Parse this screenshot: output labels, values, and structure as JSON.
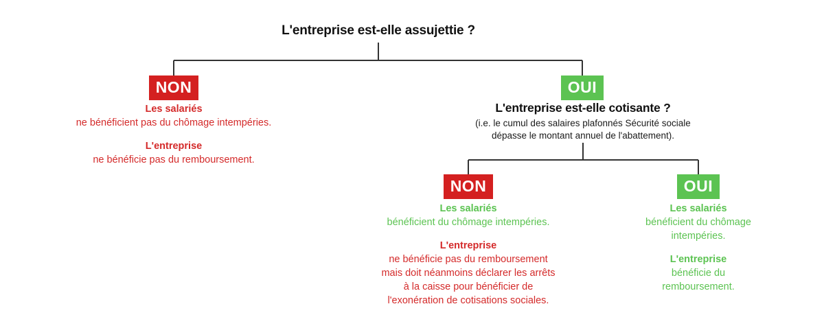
{
  "diagram": {
    "type": "decision-tree",
    "colors": {
      "red_badge_bg": "#d42020",
      "green_badge_bg": "#5cc352",
      "red_text": "#d42a2a",
      "green_text": "#5cc352",
      "connector": "#333333",
      "title_text": "#111111",
      "background": "#ffffff"
    },
    "root_question": {
      "title": "L'entreprise est-elle assujettie ?"
    },
    "branch_non_1": {
      "badge_label": "NON",
      "badge_kind": "no",
      "outcome": [
        {
          "lead": "Les salariés",
          "lines": [
            "ne bénéficient pas du chômage intempéries."
          ],
          "color": "red"
        },
        {
          "lead": "L'entreprise",
          "lines": [
            "ne bénéficie pas du remboursement."
          ],
          "color": "red"
        }
      ]
    },
    "branch_oui_1": {
      "badge_label": "OUI",
      "badge_kind": "yes",
      "question": {
        "title": "L'entreprise est-elle cotisante ?",
        "subtitle_lines": [
          "(i.e. le cumul des salaires plafonnés Sécurité sociale",
          "dépasse le montant annuel de l'abattement)."
        ]
      }
    },
    "branch_non_2": {
      "badge_label": "NON",
      "badge_kind": "no",
      "outcome": [
        {
          "lead": "Les salariés",
          "lines": [
            "bénéficient du chômage intempéries."
          ],
          "color": "green"
        },
        {
          "lead": "L'entreprise",
          "lines": [
            "ne bénéficie pas du remboursement",
            "mais doit néanmoins déclarer les arrêts",
            "à la caisse pour bénéficier de",
            "l'exonération de cotisations sociales."
          ],
          "color": "red"
        }
      ]
    },
    "branch_oui_2": {
      "badge_label": "OUI",
      "badge_kind": "yes",
      "outcome": [
        {
          "lead": "Les salariés",
          "lines": [
            "bénéficient du chômage",
            "intempéries."
          ],
          "color": "green"
        },
        {
          "lead": "L'entreprise",
          "lines": [
            "bénéficie du",
            "remboursement."
          ],
          "color": "green"
        }
      ]
    }
  }
}
